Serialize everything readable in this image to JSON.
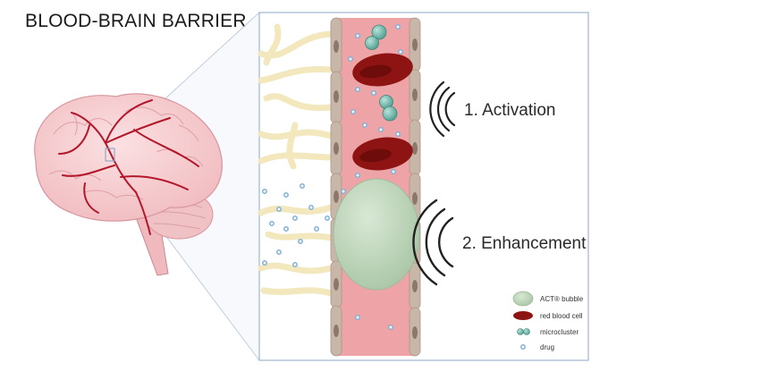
{
  "title": "BLOOD-BRAIN BARRIER",
  "steps": [
    {
      "label": "1. Activation"
    },
    {
      "label": "2. Enhancement"
    }
  ],
  "legend": [
    {
      "label": "ACT® bubble",
      "color": "#b8d1b4"
    },
    {
      "label": "red blood cell",
      "color": "#8e1414"
    },
    {
      "label": "microcluster",
      "color": "#6fb8a8"
    },
    {
      "label": "drug",
      "color": "#7fb1d8"
    }
  ],
  "colors": {
    "vessel": "#eea4a6",
    "endothelium": "#c8b7a8",
    "astrocyte": "#f2e7bd",
    "panel_border": "#9fb6cf"
  }
}
